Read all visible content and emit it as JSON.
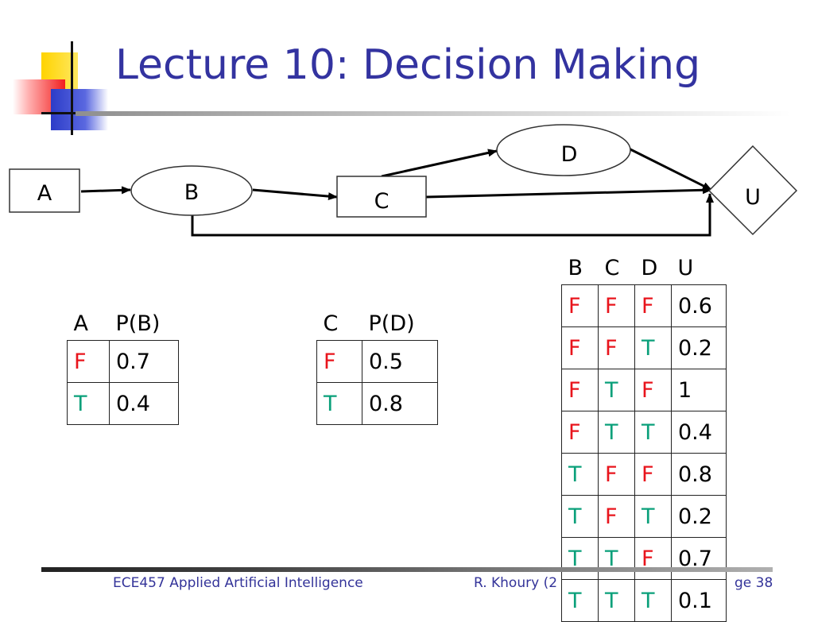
{
  "slide": {
    "title": "Lecture 10: Decision Making"
  },
  "diagram": {
    "nodes": {
      "A": "A",
      "B": "B",
      "C": "C",
      "D": "D",
      "U": "U"
    }
  },
  "table_b": {
    "headers": [
      "A",
      "P(B)"
    ],
    "rows": [
      [
        "F",
        "0.7"
      ],
      [
        "T",
        "0.4"
      ]
    ]
  },
  "table_d": {
    "headers": [
      "C",
      "P(D)"
    ],
    "rows": [
      [
        "F",
        "0.5"
      ],
      [
        "T",
        "0.8"
      ]
    ]
  },
  "table_u": {
    "headers": [
      "B",
      "C",
      "D",
      "U"
    ],
    "rows": [
      [
        "F",
        "F",
        "F",
        "0.6"
      ],
      [
        "F",
        "F",
        "T",
        "0.2"
      ],
      [
        "F",
        "T",
        "F",
        "1"
      ],
      [
        "F",
        "T",
        "T",
        "0.4"
      ],
      [
        "T",
        "F",
        "F",
        "0.8"
      ],
      [
        "T",
        "F",
        "T",
        "0.2"
      ],
      [
        "T",
        "T",
        "F",
        "0.7"
      ],
      [
        "T",
        "T",
        "T",
        "0.1"
      ]
    ]
  },
  "footer": {
    "course": "ECE457 Applied Artificial Intelligence",
    "author": "R. Khoury (2",
    "page": "ge 38"
  },
  "colors": {
    "title": "#3333a0",
    "false_value": "#e8141c",
    "true_value": "#0aa07a",
    "footer_text": "#333399"
  }
}
